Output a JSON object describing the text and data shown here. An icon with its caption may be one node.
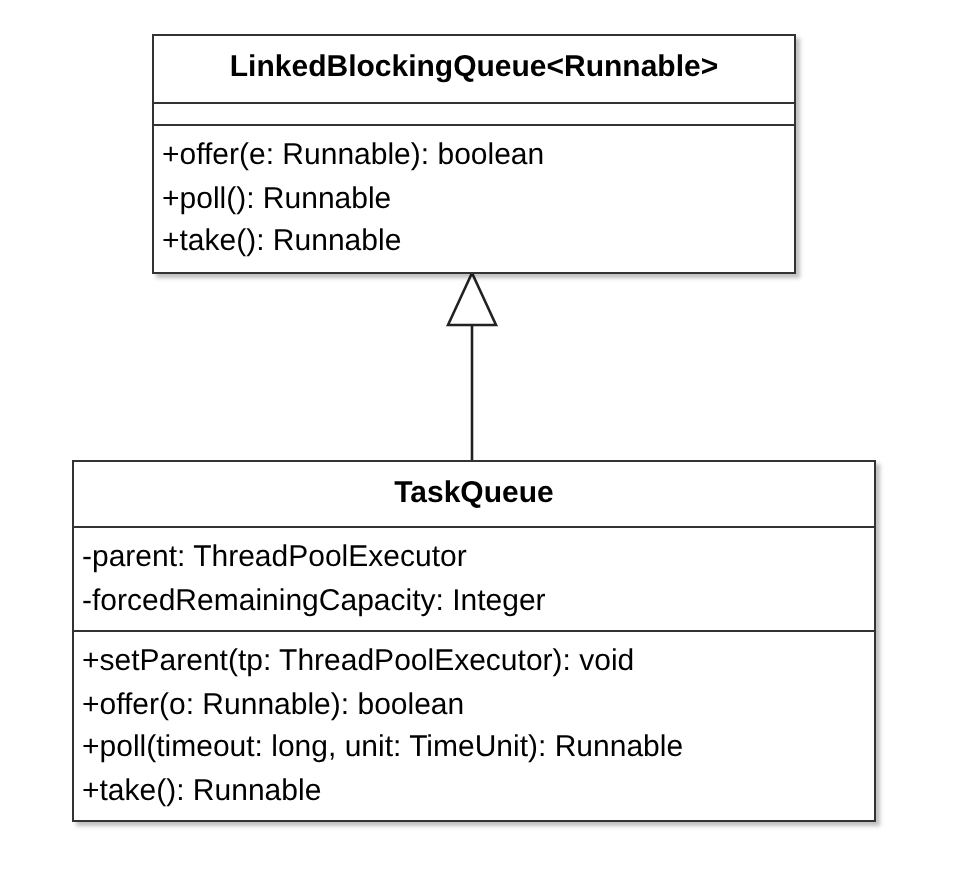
{
  "diagram": {
    "nodes": [
      {
        "text": [
          "LinkedBlockingQueue<Runnable>",
          "+offer(e: Runnable): boolean",
          "+poll(): Runnable",
          "+take(): Runnable"
        ]
      },
      {
        "text": [
          "TaskQueue",
          "-parent: ThreadPoolExecutor",
          "-forcedRemainingCapacity: Integer",
          "+setParent(tp: ThreadPoolExecutor): void",
          "+offer(o: Runnable): boolean",
          "+poll(timeout: long, unit: TimeUnit): Runnable",
          "+take(): Runnable"
        ]
      }
    ],
    "edges": [
      {
        "from": 1,
        "to": 0,
        "arrow": "to"
      }
    ]
  }
}
